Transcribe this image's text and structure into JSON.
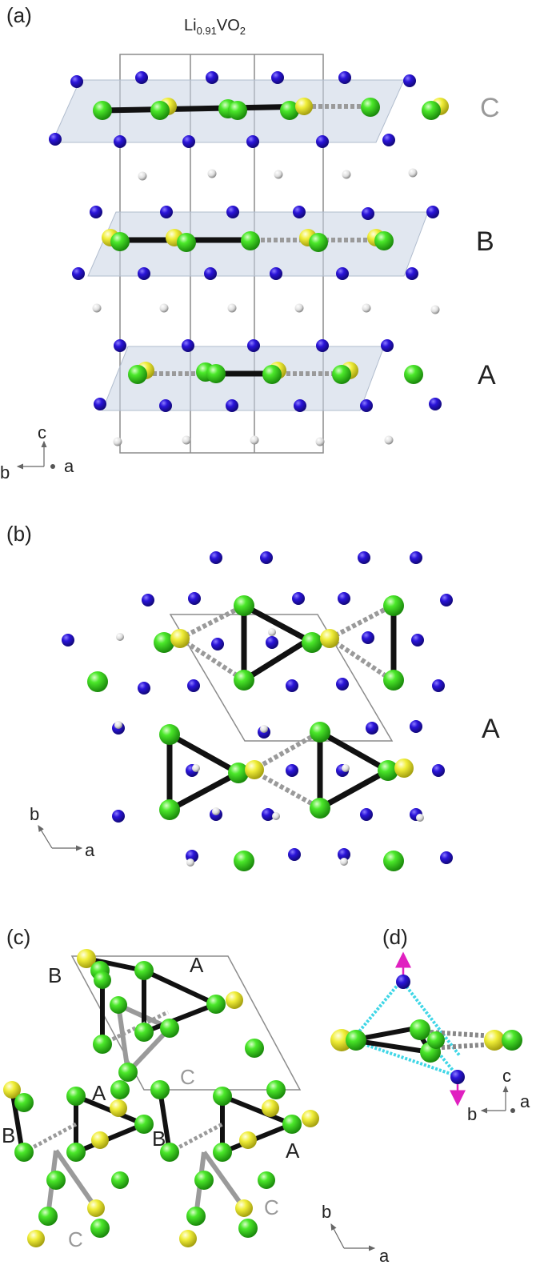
{
  "panels": {
    "a": {
      "tag": "(a)",
      "title_main": "Li",
      "title_sub": "0.91",
      "title_rest": "VO",
      "title_sub2": "2",
      "layers": [
        "C",
        "B",
        "A"
      ],
      "axes": {
        "b": "b",
        "c": "c",
        "a": "a"
      }
    },
    "b": {
      "tag": "(b)",
      "layer": "A",
      "axes": {
        "b": "b",
        "a": "a"
      }
    },
    "c": {
      "tag": "(c)",
      "labels": [
        "B",
        "A",
        "C",
        "B",
        "A",
        "C",
        "B",
        "A",
        "C"
      ],
      "axes": {
        "b": "b",
        "a": "a"
      }
    },
    "d": {
      "tag": "(d)",
      "axes": {
        "c": "c",
        "b": "b",
        "a": "a"
      }
    }
  },
  "colors": {
    "vanadium": "#3ddc1f",
    "vanadium_highlight": "#f2f23a",
    "oxygen": "#2a10d8",
    "lithium": "#e6e6e6",
    "trimer_bond": "#111111",
    "long_bond": "#9a9a9a",
    "cell": "#8c8c8c",
    "plane": "#c9d3e3",
    "arrow": "#e020c0",
    "link": "#3fd6e6"
  }
}
